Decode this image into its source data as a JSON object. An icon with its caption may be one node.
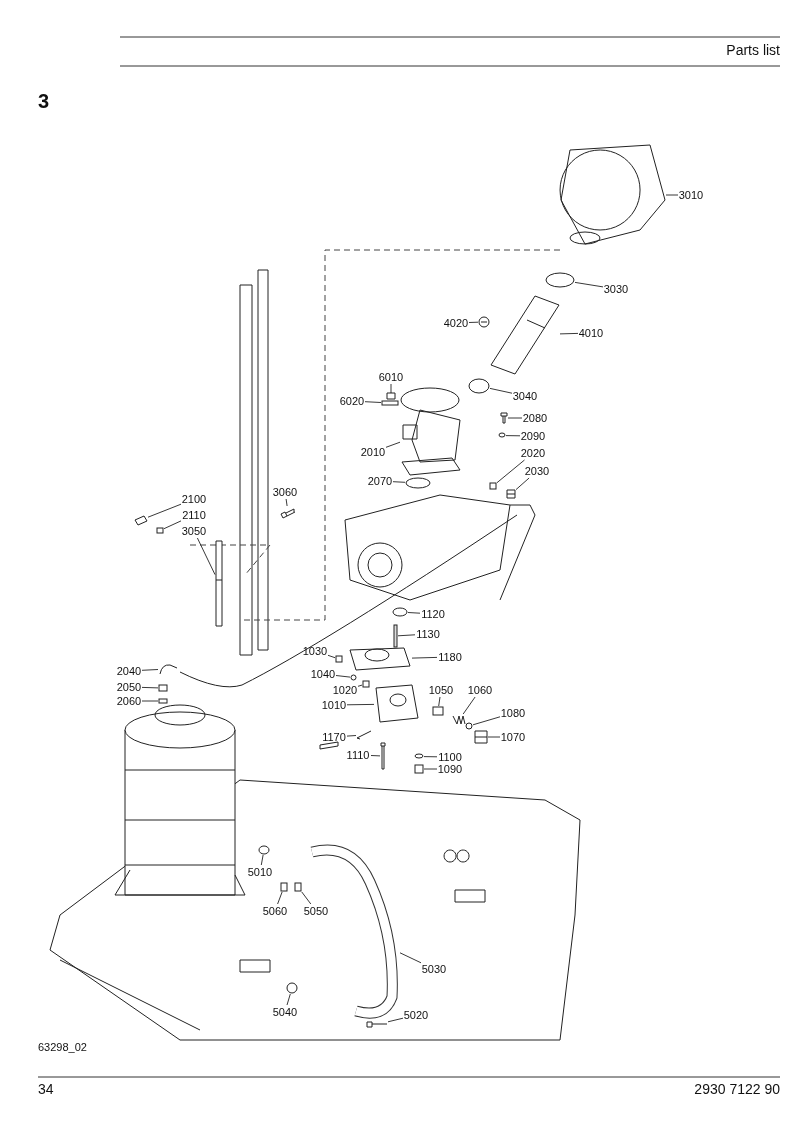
{
  "diagram": {
    "nodes": [
      {
        "text": [
          "3010"
        ]
      },
      {
        "text": [
          "3030"
        ]
      },
      {
        "text": [
          "4020"
        ]
      },
      {
        "text": [
          "4010"
        ]
      },
      {
        "text": [
          "6010"
        ]
      },
      {
        "text": [
          "6020"
        ]
      },
      {
        "text": [
          "3040"
        ]
      },
      {
        "text": [
          "2080"
        ]
      },
      {
        "text": [
          "2090"
        ]
      },
      {
        "text": [
          "2010"
        ]
      },
      {
        "text": [
          "2020"
        ]
      },
      {
        "text": [
          "2030"
        ]
      },
      {
        "text": [
          "2070"
        ]
      },
      {
        "text": [
          "3060"
        ]
      },
      {
        "text": [
          "2100"
        ]
      },
      {
        "text": [
          "2110"
        ]
      },
      {
        "text": [
          "3050"
        ]
      },
      {
        "text": [
          "1120"
        ]
      },
      {
        "text": [
          "1130"
        ]
      },
      {
        "text": [
          "1030"
        ]
      },
      {
        "text": [
          "1180"
        ]
      },
      {
        "text": [
          "1040"
        ]
      },
      {
        "text": [
          "1020"
        ]
      },
      {
        "text": [
          "2040"
        ]
      },
      {
        "text": [
          "2050"
        ]
      },
      {
        "text": [
          "2060"
        ]
      },
      {
        "text": [
          "1050"
        ]
      },
      {
        "text": [
          "1060"
        ]
      },
      {
        "text": [
          "1010"
        ]
      },
      {
        "text": [
          "1080"
        ]
      },
      {
        "text": [
          "1070"
        ]
      },
      {
        "text": [
          "1170"
        ]
      },
      {
        "text": [
          "1110"
        ]
      },
      {
        "text": [
          "1100"
        ]
      },
      {
        "text": [
          "1090"
        ]
      },
      {
        "text": [
          "5010"
        ]
      },
      {
        "text": [
          "5060"
        ]
      },
      {
        "text": [
          "5050"
        ]
      },
      {
        "text": [
          "5030"
        ]
      },
      {
        "text": [
          "5040"
        ]
      },
      {
        "text": [
          "5020"
        ]
      },
      {
        "text": [],
        "shape": "picture"
      },
      {
        "text": [],
        "shape": "picture"
      },
      {
        "text": [],
        "shape": "picture"
      },
      {
        "text": [],
        "shape": "picture"
      },
      {
        "text": [],
        "shape": "picture"
      },
      {
        "text": [],
        "shape": "box"
      },
      {
        "text": [],
        "shape": "picture"
      },
      {
        "text": [],
        "shape": "picture"
      },
      {
        "text": [],
        "shape": "picture"
      },
      {
        "text": [],
        "shape": "picture"
      },
      {
        "text": [],
        "shape": "box"
      },
      {
        "text": [],
        "shape": "picture"
      },
      {
        "text": [],
        "shape": "picture"
      },
      {
        "text": [],
        "shape": "picture"
      },
      {
        "text": [],
        "shape": "picture"
      },
      {
        "text": [],
        "shape": "box"
      },
      {
        "text": [],
        "shape": "picture"
      },
      {
        "text": [],
        "shape": "picture"
      },
      {
        "text": [],
        "shape": "bar"
      },
      {
        "text": [],
        "shape": "box"
      },
      {
        "text": [],
        "shape": "picture"
      },
      {
        "text": [],
        "shape": "picture"
      },
      {
        "text": [],
        "shape": "box"
      },
      {
        "text": [],
        "shape": "picture"
      },
      {
        "text": [],
        "shape": "box"
      },
      {
        "text": [],
        "shape": "box"
      },
      {
        "text": [],
        "shape": "box"
      },
      {
        "text": [],
        "shape": "picture"
      },
      {
        "text": [],
        "shape": "picture"
      },
      {
        "text": [],
        "shape": "picture"
      },
      {
        "text": [],
        "shape": "picture"
      },
      {
        "text": [],
        "shape": "picture"
      },
      {
        "text": [],
        "shape": "picture"
      },
      {
        "text": [],
        "shape": "picture"
      },
      {
        "text": [],
        "shape": "box"
      },
      {
        "text": [],
        "shape": "picture"
      },
      {
        "text": [],
        "shape": "box"
      },
      {
        "text": [],
        "shape": "box"
      },
      {
        "text": [],
        "shape": "picture"
      },
      {
        "text": [],
        "shape": "picture"
      },
      {
        "text": [],
        "shape": "picture"
      }
    ],
    "edges": [
      {
        "from": 0,
        "to": 41,
        "arrow": "none"
      },
      {
        "from": 1,
        "to": 42,
        "arrow": "none"
      },
      {
        "from": 2,
        "to": 43,
        "arrow": "none"
      },
      {
        "from": 3,
        "to": 44,
        "arrow": "none"
      },
      {
        "from": 4,
        "to": 45,
        "arrow": "none"
      },
      {
        "from": 5,
        "to": 46,
        "arrow": "none"
      },
      {
        "from": 6,
        "to": 47,
        "arrow": "none"
      },
      {
        "from": 7,
        "to": 48,
        "arrow": "none"
      },
      {
        "from": 8,
        "to": 49,
        "arrow": "none"
      },
      {
        "from": 9,
        "to": 50,
        "arrow": "none"
      },
      {
        "from": 10,
        "to": 51,
        "arrow": "none"
      },
      {
        "from": 11,
        "to": 52,
        "arrow": "none"
      },
      {
        "from": 12,
        "to": 53,
        "arrow": "none"
      },
      {
        "from": 13,
        "to": 54,
        "arrow": "none"
      },
      {
        "from": 14,
        "to": 55,
        "arrow": "none"
      },
      {
        "from": 15,
        "to": 56,
        "arrow": "none"
      },
      {
        "from": 16,
        "to": 57,
        "arrow": "none"
      },
      {
        "from": 17,
        "to": 58,
        "arrow": "none"
      },
      {
        "from": 18,
        "to": 59,
        "arrow": "none"
      },
      {
        "from": 19,
        "to": 60,
        "arrow": "none"
      },
      {
        "from": 20,
        "to": 61,
        "arrow": "none"
      },
      {
        "from": 21,
        "to": 62,
        "arrow": "none"
      },
      {
        "from": 22,
        "to": 63,
        "arrow": "none"
      },
      {
        "from": 23,
        "to": 64,
        "arrow": "none"
      },
      {
        "from": 24,
        "to": 65,
        "arrow": "none"
      },
      {
        "from": 25,
        "to": 66,
        "arrow": "none"
      },
      {
        "from": 26,
        "to": 67,
        "arrow": "none"
      },
      {
        "from": 27,
        "to": 68,
        "arrow": "none"
      },
      {
        "from": 28,
        "to": 69,
        "arrow": "none"
      },
      {
        "from": 29,
        "to": 70,
        "arrow": "none"
      },
      {
        "from": 30,
        "to": 71,
        "arrow": "none"
      },
      {
        "from": 31,
        "to": 72,
        "arrow": "none"
      },
      {
        "from": 32,
        "to": 73,
        "arrow": "none"
      },
      {
        "from": 33,
        "to": 74,
        "arrow": "none"
      },
      {
        "from": 34,
        "to": 75,
        "arrow": "none"
      },
      {
        "from": 35,
        "to": 76,
        "arrow": "none"
      },
      {
        "from": 36,
        "to": 77,
        "arrow": "none"
      },
      {
        "from": 37,
        "to": 78,
        "arrow": "none"
      },
      {
        "from": 38,
        "to": 79,
        "arrow": "none"
      },
      {
        "from": 39,
        "to": 80,
        "arrow": "none"
      },
      {
        "from": 40,
        "to": 81,
        "arrow": "none"
      }
    ],
    "labels": [
      "Parts list",
      "3",
      "63298_02",
      "34",
      "2930 7122 90"
    ]
  }
}
